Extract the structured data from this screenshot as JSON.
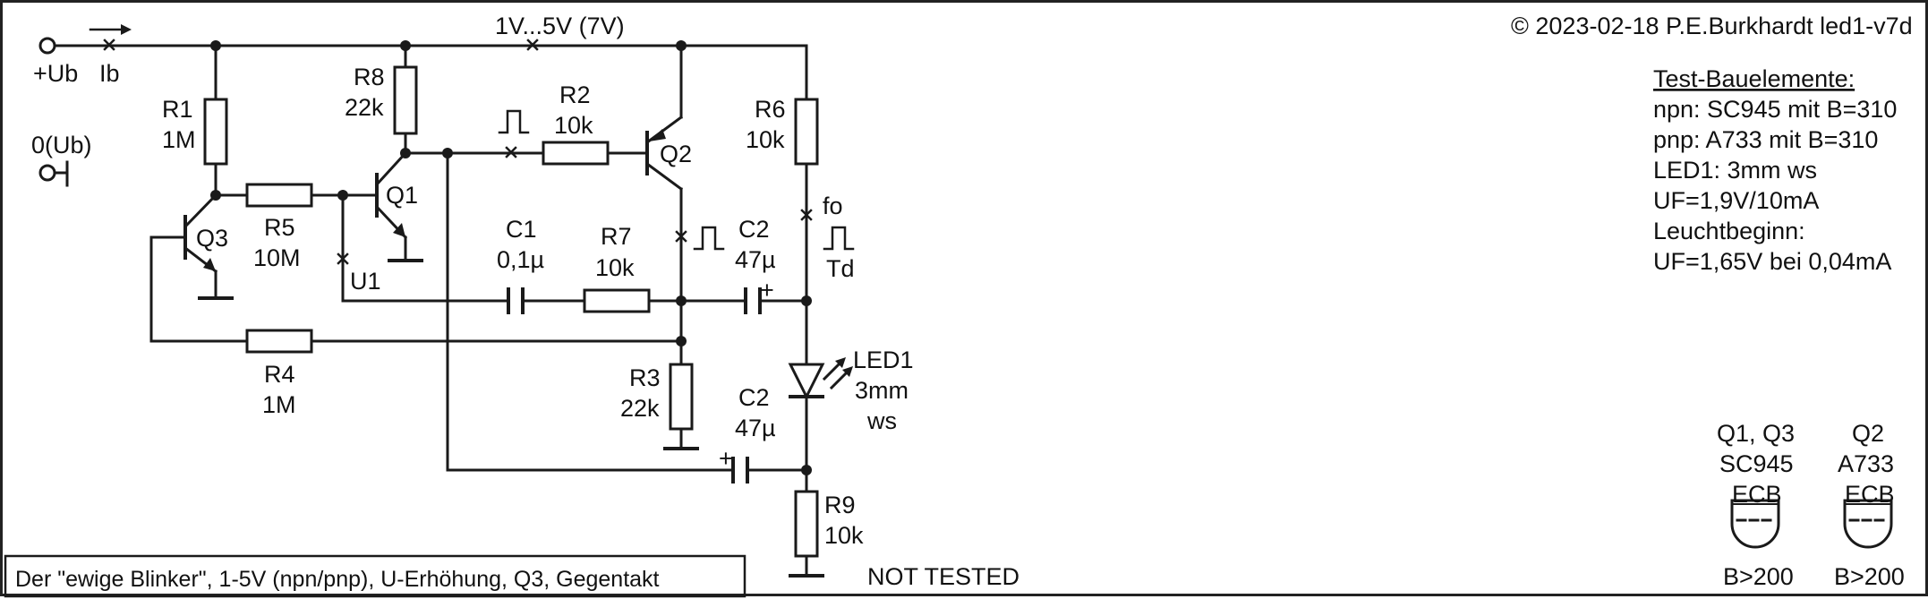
{
  "header": {
    "copyright": "© 2023-02-18 P.E.Burkhardt led1-v7d",
    "supply_range": "1V...5V (7V)"
  },
  "supply": {
    "plus": "+Ub",
    "current": "Ib",
    "ground": "0(Ub)"
  },
  "components": {
    "R1": {
      "name": "R1",
      "value": "1M"
    },
    "R2": {
      "name": "R2",
      "value": "10k"
    },
    "R3": {
      "name": "R3",
      "value": "22k"
    },
    "R4": {
      "name": "R4",
      "value": "1M"
    },
    "R5": {
      "name": "R5",
      "value": "10M"
    },
    "R6": {
      "name": "R6",
      "value": "10k"
    },
    "R7": {
      "name": "R7",
      "value": "10k"
    },
    "R8": {
      "name": "R8",
      "value": "22k"
    },
    "R9": {
      "name": "R9",
      "value": "10k"
    },
    "C1": {
      "name": "C1",
      "value": "0,1µ"
    },
    "C2a": {
      "name": "C2",
      "value": "47µ"
    },
    "C2b": {
      "name": "C2",
      "value": "47µ"
    },
    "Q1": {
      "name": "Q1"
    },
    "Q2": {
      "name": "Q2"
    },
    "Q3": {
      "name": "Q3"
    },
    "LED1": {
      "name": "LED1",
      "size": "3mm",
      "color": "ws"
    }
  },
  "probes": {
    "U1": "U1",
    "fo": "fo",
    "Td": "Td",
    "plus_a": "+",
    "plus_b": "+"
  },
  "test_parts": {
    "heading": "Test-Bauelemente:",
    "lines": [
      "npn: SC945 mit B=310",
      "pnp: A733 mit B=310",
      "LED1: 3mm ws",
      "UF=1,9V/10mA",
      "Leuchtbeginn:",
      "UF=1,65V bei 0,04mA"
    ]
  },
  "pinouts": [
    {
      "label": "Q1, Q3",
      "type": "SC945",
      "pins": "ECB",
      "gain": "B>200"
    },
    {
      "label": "Q2",
      "type": "A733",
      "pins": "ECB",
      "gain": "B>200"
    }
  ],
  "caption": "Der \"ewige Blinker\", 1-5V (npn/pnp), U-Erhöhung, Q3, Gegentakt",
  "status": "NOT TESTED"
}
